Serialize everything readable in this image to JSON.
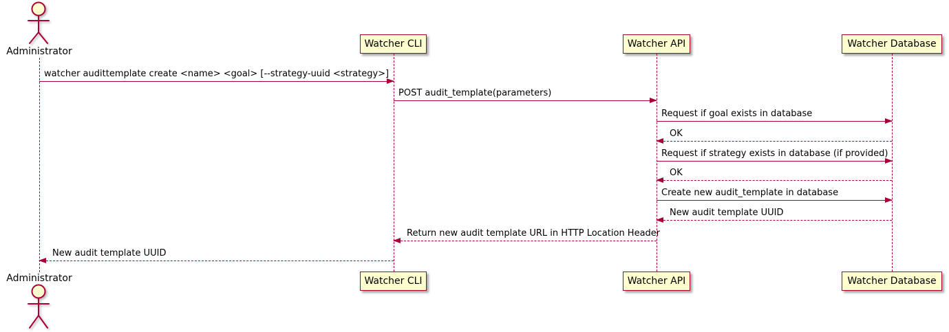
{
  "diagram": {
    "type": "sequence",
    "colors": {
      "accent": "#A80036",
      "participant_fill": "#FEFECE",
      "text": "#000000",
      "background": "#FFFFFF"
    },
    "actor": {
      "name": "Administrator",
      "icon": "stick-figure-actor-icon"
    },
    "participants": [
      {
        "label": "Watcher CLI"
      },
      {
        "label": "Watcher API"
      },
      {
        "label": "Watcher Database"
      }
    ],
    "messages": [
      {
        "from": "Administrator",
        "to": "Watcher CLI",
        "style": "solid",
        "direction": "right",
        "text": "watcher audittemplate create <name> <goal> [--strategy-uuid <strategy>]"
      },
      {
        "from": "Watcher CLI",
        "to": "Watcher API",
        "style": "solid",
        "direction": "right",
        "text": "POST audit_template(parameters)"
      },
      {
        "from": "Watcher API",
        "to": "Watcher Database",
        "style": "solid",
        "direction": "right",
        "text": "Request if goal exists in database"
      },
      {
        "from": "Watcher Database",
        "to": "Watcher API",
        "style": "dashed",
        "direction": "left",
        "text": "OK"
      },
      {
        "from": "Watcher API",
        "to": "Watcher Database",
        "style": "solid",
        "direction": "right",
        "text": "Request if strategy exists in database (if provided)"
      },
      {
        "from": "Watcher Database",
        "to": "Watcher API",
        "style": "dashed",
        "direction": "left",
        "text": "OK"
      },
      {
        "from": "Watcher API",
        "to": "Watcher Database",
        "style": "solid",
        "direction": "right",
        "text": "Create new audit_template in database"
      },
      {
        "from": "Watcher Database",
        "to": "Watcher API",
        "style": "dashed",
        "direction": "left",
        "text": "New audit template UUID"
      },
      {
        "from": "Watcher API",
        "to": "Watcher CLI",
        "style": "dashed",
        "direction": "left",
        "text": "Return new audit template URL in HTTP Location Header"
      },
      {
        "from": "Watcher CLI",
        "to": "Administrator",
        "style": "dashed",
        "direction": "left",
        "text": "New audit template UUID"
      }
    ]
  }
}
